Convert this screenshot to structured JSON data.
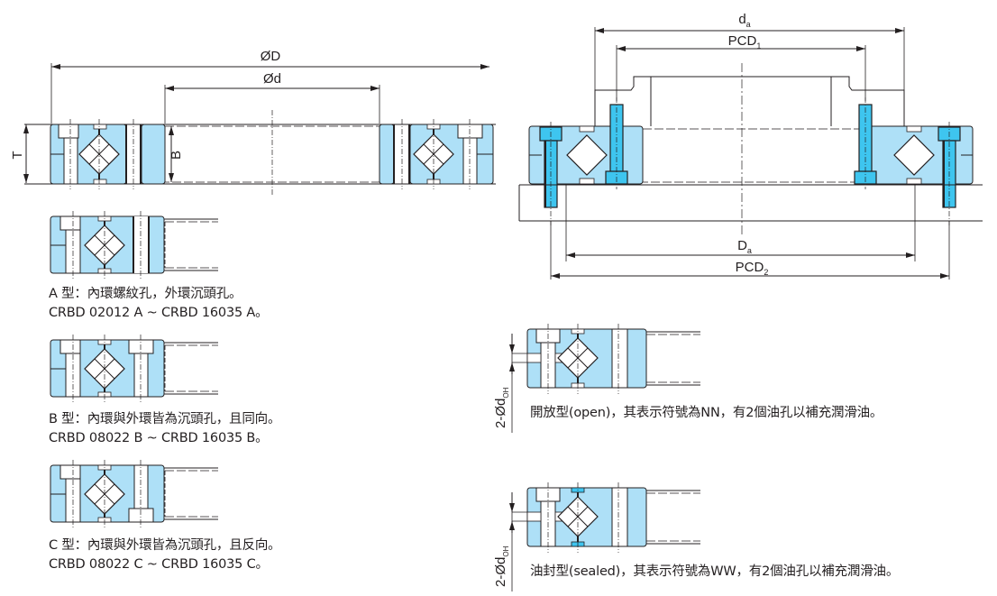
{
  "colors": {
    "ring_fill": "#aee0f7",
    "bolt_fill": "#3ec5ef",
    "line": "#231f20",
    "background": "#ffffff"
  },
  "main_drawing": {
    "labels": {
      "outer_diameter": "ØD",
      "inner_diameter": "Ød",
      "total_width": "T",
      "inner_ring_width": "B"
    }
  },
  "mounting_drawing": {
    "labels": {
      "shaft_shoulder": "d",
      "shaft_shoulder_sub": "a",
      "pcd1": "PCD",
      "pcd1_sub": "1",
      "housing_shoulder": "D",
      "housing_shoulder_sub": "a",
      "pcd2": "PCD",
      "pcd2_sub": "2"
    }
  },
  "types": [
    {
      "id": "A",
      "line1": "A 型：內環螺紋孔，外環沉頭孔。",
      "line2": "CRBD 02012 A ~ CRBD 16035 A。"
    },
    {
      "id": "B",
      "line1": "B 型：內環與外環皆為沉頭孔，且同向。",
      "line2": "CRBD 08022 B ~ CRBD 16035 B。"
    },
    {
      "id": "C",
      "line1": "C 型：內環與外環皆為沉頭孔，且反向。",
      "line2": "CRBD 08022 C ~ CRBD 16035 C。"
    }
  ],
  "seal_types": [
    {
      "id": "NN",
      "oil_hole_label": "2-Ød",
      "oil_hole_sub": "OH",
      "caption": "開放型(open)，其表示符號為NN，有2個油孔以補充潤滑油。"
    },
    {
      "id": "WW",
      "oil_hole_label": "2-Ød",
      "oil_hole_sub": "OH",
      "caption": "油封型(sealed)，其表示符號為WW，有2個油孔以補充潤滑油。"
    }
  ]
}
